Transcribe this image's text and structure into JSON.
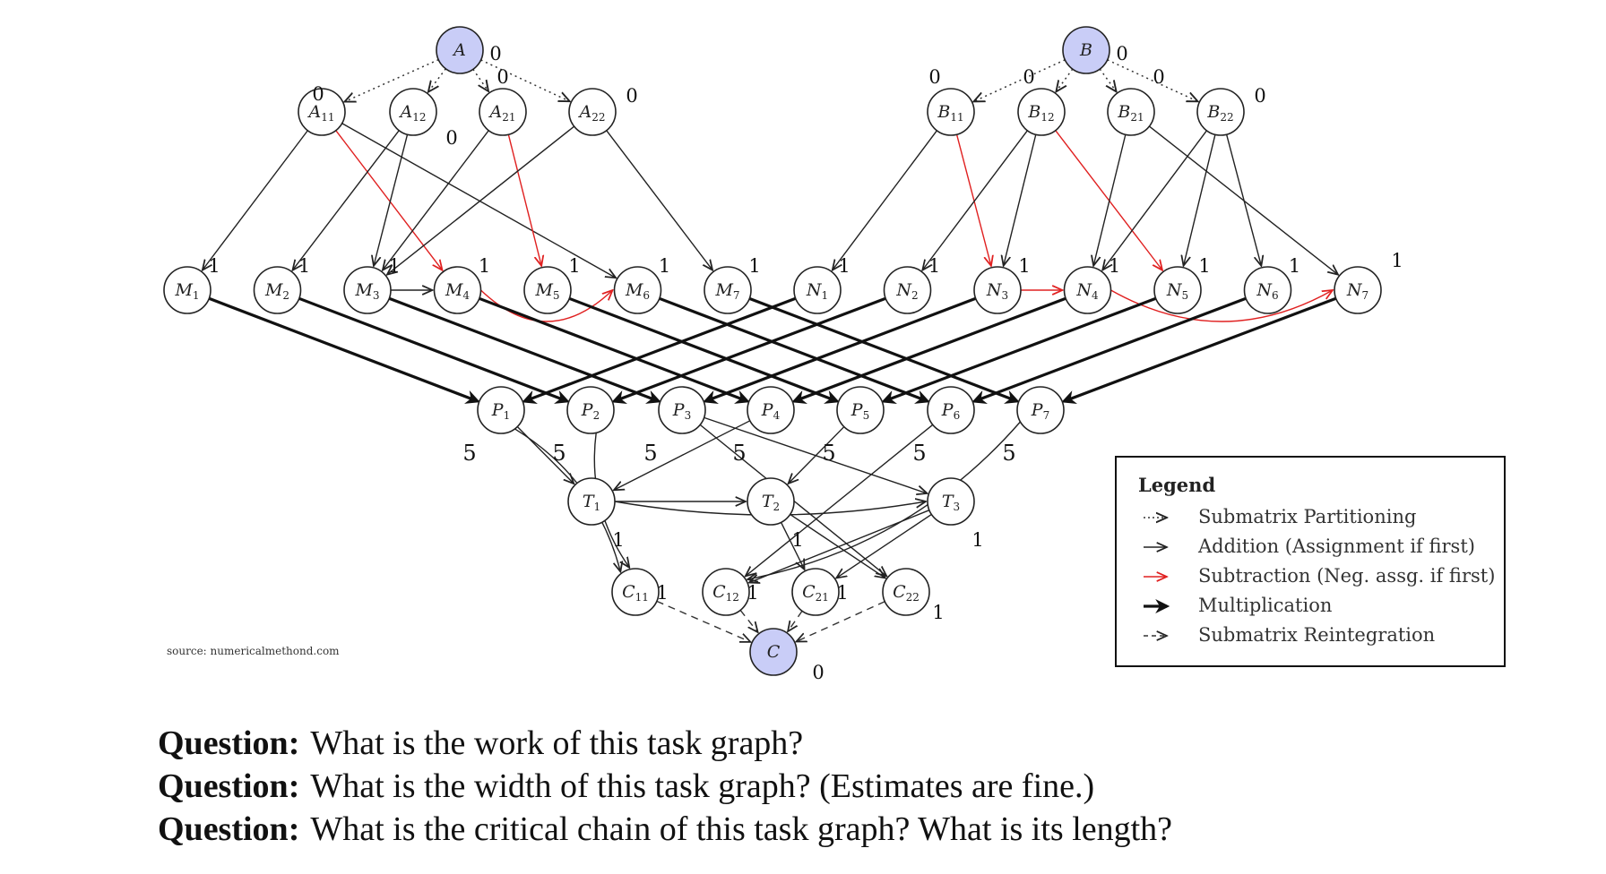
{
  "nodes": [
    {
      "id": "A",
      "main": "A",
      "sub": "",
      "weight": "0",
      "highlight": true
    },
    {
      "id": "A11",
      "main": "A",
      "sub": "11",
      "weight": "0"
    },
    {
      "id": "A12",
      "main": "A",
      "sub": "12",
      "weight": "0"
    },
    {
      "id": "A21",
      "main": "A",
      "sub": "21",
      "weight": "0"
    },
    {
      "id": "A22",
      "main": "A",
      "sub": "22",
      "weight": "0"
    },
    {
      "id": "B",
      "main": "B",
      "sub": "",
      "weight": "0",
      "highlight": true
    },
    {
      "id": "B11",
      "main": "B",
      "sub": "11",
      "weight": "0"
    },
    {
      "id": "B12",
      "main": "B",
      "sub": "12",
      "weight": "0"
    },
    {
      "id": "B21",
      "main": "B",
      "sub": "21",
      "weight": "0"
    },
    {
      "id": "B22",
      "main": "B",
      "sub": "22",
      "weight": "0"
    },
    {
      "id": "M1",
      "main": "M",
      "sub": "1",
      "weight": "1"
    },
    {
      "id": "M2",
      "main": "M",
      "sub": "2",
      "weight": "1"
    },
    {
      "id": "M3",
      "main": "M",
      "sub": "3",
      "weight": "1"
    },
    {
      "id": "M4",
      "main": "M",
      "sub": "4",
      "weight": "1"
    },
    {
      "id": "M5",
      "main": "M",
      "sub": "5",
      "weight": "1"
    },
    {
      "id": "M6",
      "main": "M",
      "sub": "6",
      "weight": "1"
    },
    {
      "id": "M7",
      "main": "M",
      "sub": "7",
      "weight": "1"
    },
    {
      "id": "N1",
      "main": "N",
      "sub": "1",
      "weight": "1"
    },
    {
      "id": "N2",
      "main": "N",
      "sub": "2",
      "weight": "1"
    },
    {
      "id": "N3",
      "main": "N",
      "sub": "3",
      "weight": "1"
    },
    {
      "id": "N4",
      "main": "N",
      "sub": "4",
      "weight": "1"
    },
    {
      "id": "N5",
      "main": "N",
      "sub": "5",
      "weight": "1"
    },
    {
      "id": "N6",
      "main": "N",
      "sub": "6",
      "weight": "1"
    },
    {
      "id": "N7",
      "main": "N",
      "sub": "7",
      "weight": "1"
    },
    {
      "id": "P1",
      "main": "P",
      "sub": "1",
      "weight": "5"
    },
    {
      "id": "P2",
      "main": "P",
      "sub": "2",
      "weight": "5"
    },
    {
      "id": "P3",
      "main": "P",
      "sub": "3",
      "weight": "5"
    },
    {
      "id": "P4",
      "main": "P",
      "sub": "4",
      "weight": "5"
    },
    {
      "id": "P5",
      "main": "P",
      "sub": "5",
      "weight": "5"
    },
    {
      "id": "P6",
      "main": "P",
      "sub": "6",
      "weight": "5"
    },
    {
      "id": "P7",
      "main": "P",
      "sub": "7",
      "weight": "5"
    },
    {
      "id": "T1",
      "main": "T",
      "sub": "1",
      "weight": "1"
    },
    {
      "id": "T2",
      "main": "T",
      "sub": "2",
      "weight": "1"
    },
    {
      "id": "T3",
      "main": "T",
      "sub": "3",
      "weight": "1"
    },
    {
      "id": "C11",
      "main": "C",
      "sub": "11",
      "weight": "1"
    },
    {
      "id": "C12",
      "main": "C",
      "sub": "12",
      "weight": "1"
    },
    {
      "id": "C21",
      "main": "C",
      "sub": "21",
      "weight": "1"
    },
    {
      "id": "C22",
      "main": "C",
      "sub": "22",
      "weight": "1"
    },
    {
      "id": "C",
      "main": "C",
      "sub": "",
      "weight": "0",
      "highlight": true
    }
  ],
  "edges": [
    {
      "from": "A",
      "to": "A11",
      "type": "partition"
    },
    {
      "from": "A",
      "to": "A12",
      "type": "partition"
    },
    {
      "from": "A",
      "to": "A21",
      "type": "partition"
    },
    {
      "from": "A",
      "to": "A22",
      "type": "partition"
    },
    {
      "from": "B",
      "to": "B11",
      "type": "partition"
    },
    {
      "from": "B",
      "to": "B12",
      "type": "partition"
    },
    {
      "from": "B",
      "to": "B21",
      "type": "partition"
    },
    {
      "from": "B",
      "to": "B22",
      "type": "partition"
    },
    {
      "from": "A11",
      "to": "M1",
      "type": "add"
    },
    {
      "from": "A11",
      "to": "M4",
      "type": "sub"
    },
    {
      "from": "A11",
      "to": "M6",
      "type": "add"
    },
    {
      "from": "A12",
      "to": "M2",
      "type": "add"
    },
    {
      "from": "A12",
      "to": "M3",
      "type": "add"
    },
    {
      "from": "A21",
      "to": "M3",
      "type": "add"
    },
    {
      "from": "A21",
      "to": "M5",
      "type": "sub"
    },
    {
      "from": "A22",
      "to": "M3",
      "type": "add"
    },
    {
      "from": "A22",
      "to": "M7",
      "type": "add"
    },
    {
      "from": "M3",
      "to": "M4",
      "type": "add"
    },
    {
      "from": "M4",
      "to": "M6",
      "type": "sub",
      "curve": -70
    },
    {
      "from": "B11",
      "to": "N1",
      "type": "add"
    },
    {
      "from": "B11",
      "to": "N3",
      "type": "sub"
    },
    {
      "from": "B12",
      "to": "N2",
      "type": "add"
    },
    {
      "from": "B12",
      "to": "N3",
      "type": "add"
    },
    {
      "from": "B12",
      "to": "N5",
      "type": "sub"
    },
    {
      "from": "B21",
      "to": "N4",
      "type": "add"
    },
    {
      "from": "B22",
      "to": "N4",
      "type": "add"
    },
    {
      "from": "B22",
      "to": "N5",
      "type": "add"
    },
    {
      "from": "B22",
      "to": "N6",
      "type": "add"
    },
    {
      "from": "B21",
      "to": "N7",
      "type": "add"
    },
    {
      "from": "N3",
      "to": "N4",
      "type": "sub"
    },
    {
      "from": "N4",
      "to": "N7",
      "type": "sub",
      "curve": -70
    },
    {
      "from": "M1",
      "to": "P1",
      "type": "mult"
    },
    {
      "from": "M2",
      "to": "P2",
      "type": "mult"
    },
    {
      "from": "M3",
      "to": "P3",
      "type": "mult"
    },
    {
      "from": "M4",
      "to": "P4",
      "type": "mult"
    },
    {
      "from": "M5",
      "to": "P5",
      "type": "mult"
    },
    {
      "from": "M6",
      "to": "P6",
      "type": "mult"
    },
    {
      "from": "M7",
      "to": "P7",
      "type": "mult"
    },
    {
      "from": "N1",
      "to": "P1",
      "type": "mult"
    },
    {
      "from": "N2",
      "to": "P2",
      "type": "mult"
    },
    {
      "from": "N3",
      "to": "P3",
      "type": "mult"
    },
    {
      "from": "N4",
      "to": "P4",
      "type": "mult"
    },
    {
      "from": "N5",
      "to": "P5",
      "type": "mult"
    },
    {
      "from": "N6",
      "to": "P6",
      "type": "mult"
    },
    {
      "from": "N7",
      "to": "P7",
      "type": "mult"
    },
    {
      "from": "P1",
      "to": "T1",
      "type": "add"
    },
    {
      "from": "P1",
      "to": "C11",
      "type": "add",
      "curve": 40
    },
    {
      "from": "P2",
      "to": "C11",
      "type": "add",
      "curve": -30
    },
    {
      "from": "P4",
      "to": "T1",
      "type": "add"
    },
    {
      "from": "P5",
      "to": "T2",
      "type": "add"
    },
    {
      "from": "P3",
      "to": "T3",
      "type": "add"
    },
    {
      "from": "P3",
      "to": "C22",
      "type": "add"
    },
    {
      "from": "P6",
      "to": "C12",
      "type": "add"
    },
    {
      "from": "P7",
      "to": "C12",
      "type": "add",
      "curve": 60
    },
    {
      "from": "T1",
      "to": "T2",
      "type": "add"
    },
    {
      "from": "T1",
      "to": "T3",
      "type": "add",
      "curve": -30
    },
    {
      "from": "T2",
      "to": "C21",
      "type": "add"
    },
    {
      "from": "T2",
      "to": "C22",
      "type": "add"
    },
    {
      "from": "T3",
      "to": "C21",
      "type": "add"
    },
    {
      "from": "T3",
      "to": "C12",
      "type": "add"
    },
    {
      "from": "C11",
      "to": "C",
      "type": "reint"
    },
    {
      "from": "C12",
      "to": "C",
      "type": "reint"
    },
    {
      "from": "C21",
      "to": "C",
      "type": "reint"
    },
    {
      "from": "C22",
      "to": "C",
      "type": "reint"
    }
  ],
  "legend": {
    "title": "Legend",
    "items": [
      {
        "type": "partition",
        "label": "Submatrix Partitioning"
      },
      {
        "type": "add",
        "label": "Addition (Assignment if first)"
      },
      {
        "type": "sub",
        "label": "Subtraction (Neg. assg. if first)"
      },
      {
        "type": "mult",
        "label": "Multiplication"
      },
      {
        "type": "reint",
        "label": "Submatrix Reintegration"
      }
    ]
  },
  "source_note": "source: numericalmethond.com",
  "questions": [
    {
      "label": "Question:",
      "text": "What is the work of this task graph?"
    },
    {
      "label": "Question:",
      "text": "What is the width of this task graph? (Estimates are fine.)"
    },
    {
      "label": "Question:",
      "text": "What is the critical chain of this task graph? What is its length?"
    }
  ],
  "colors": {
    "highlight_fill": "#c9cdf7",
    "subtraction": "#e02020",
    "ink": "#222222"
  }
}
